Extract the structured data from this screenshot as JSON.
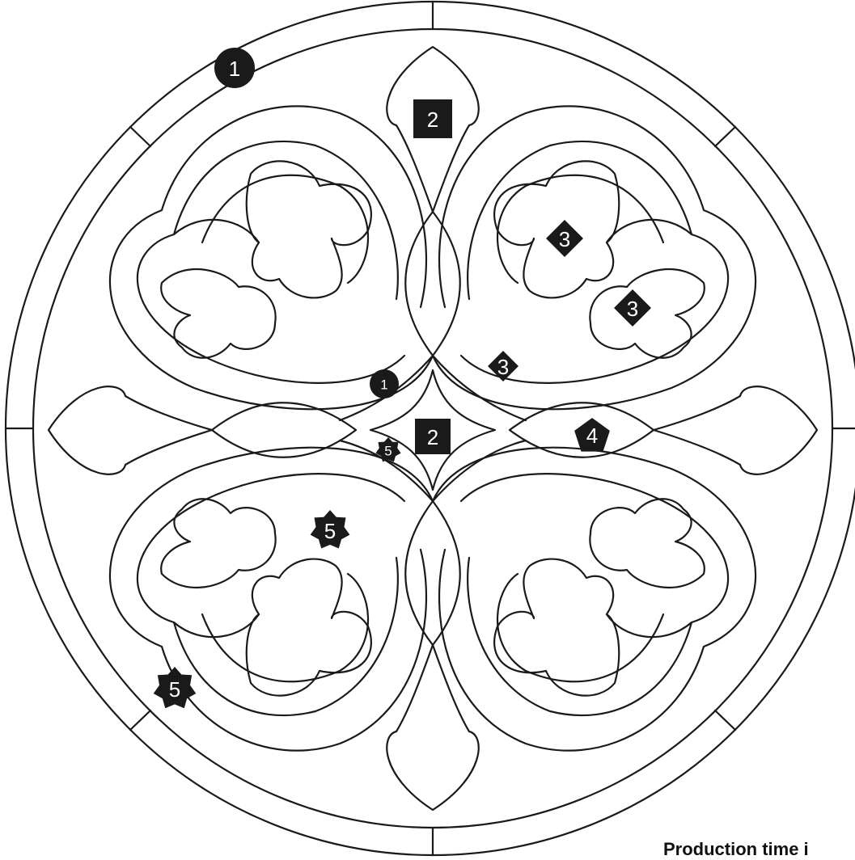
{
  "diagram": {
    "line_color": "#1a1a1a",
    "marker_color": "#1a1a1a",
    "marker_text_color": "#ffffff",
    "markers": [
      {
        "label": "1",
        "shape": "circle"
      },
      {
        "label": "2",
        "shape": "square"
      },
      {
        "label": "3",
        "shape": "diamond"
      },
      {
        "label": "3",
        "shape": "diamond"
      },
      {
        "label": "3",
        "shape": "diamond"
      },
      {
        "label": "1",
        "shape": "circle"
      },
      {
        "label": "2",
        "shape": "square"
      },
      {
        "label": "4",
        "shape": "pentagon"
      },
      {
        "label": "5",
        "shape": "star"
      },
      {
        "label": "5",
        "shape": "star"
      },
      {
        "label": "5",
        "shape": "star"
      }
    ]
  },
  "footer": {
    "note": "Production time i"
  }
}
